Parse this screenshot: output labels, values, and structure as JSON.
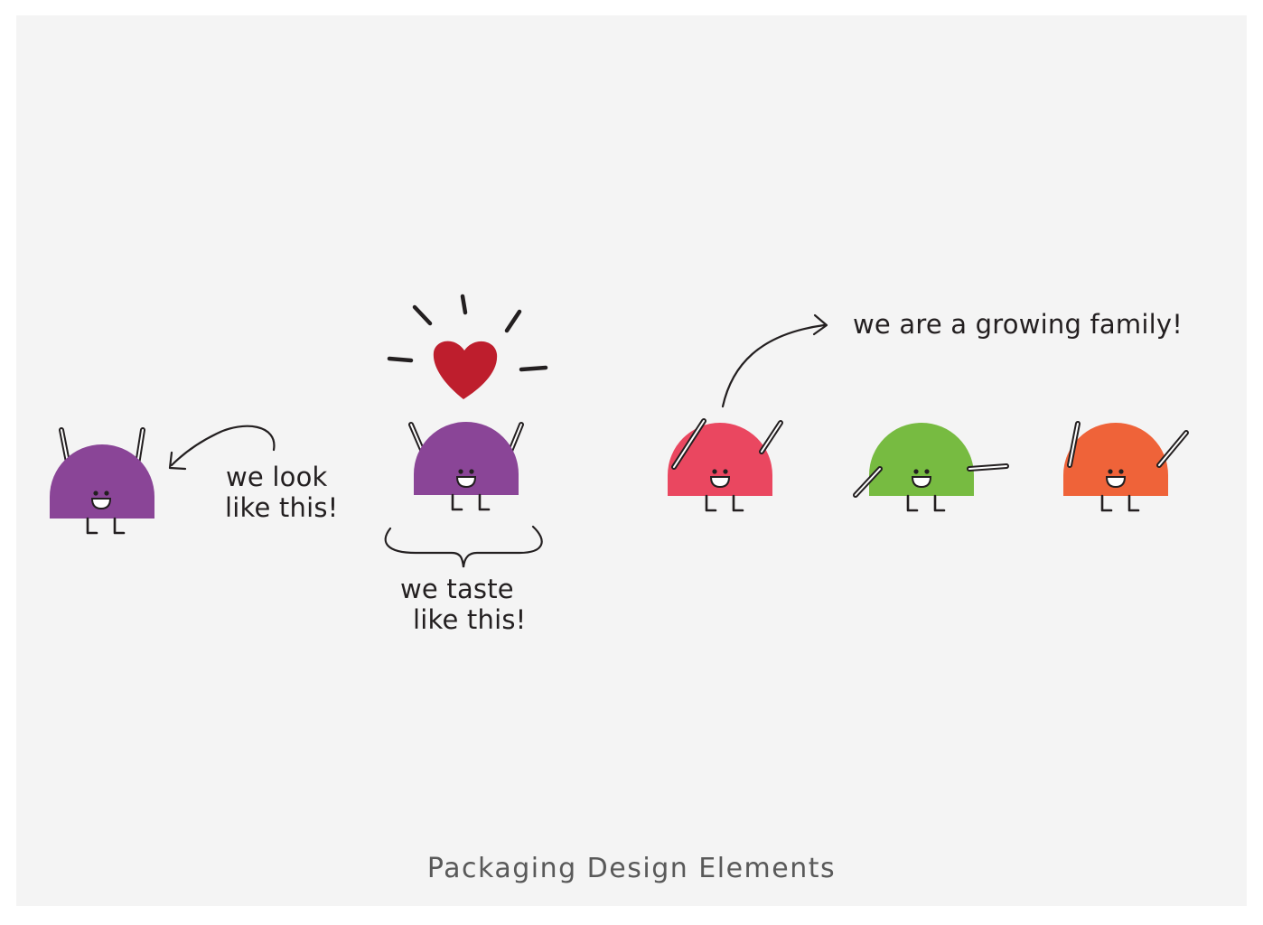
{
  "labels": {
    "look_line1": "we look",
    "look_line2": "like this!",
    "taste_line1": "we taste",
    "taste_line2": "like this!",
    "family": "we are a growing family!"
  },
  "caption": "Packaging Design Elements",
  "colors": {
    "background": "#f4f4f4",
    "purple": "#8a4597",
    "pink": "#ea4760",
    "green": "#77bb41",
    "orange": "#ef6339",
    "heart": "#be1e2d",
    "ink": "#231f20"
  },
  "characters": [
    {
      "name": "purple-gumdrop",
      "color": "#8a4597"
    },
    {
      "name": "purple-gumdrop-cheering",
      "color": "#8a4597"
    },
    {
      "name": "pink-gumdrop",
      "color": "#ea4760"
    },
    {
      "name": "green-gumdrop",
      "color": "#77bb41"
    },
    {
      "name": "orange-gumdrop",
      "color": "#ef6339"
    }
  ]
}
